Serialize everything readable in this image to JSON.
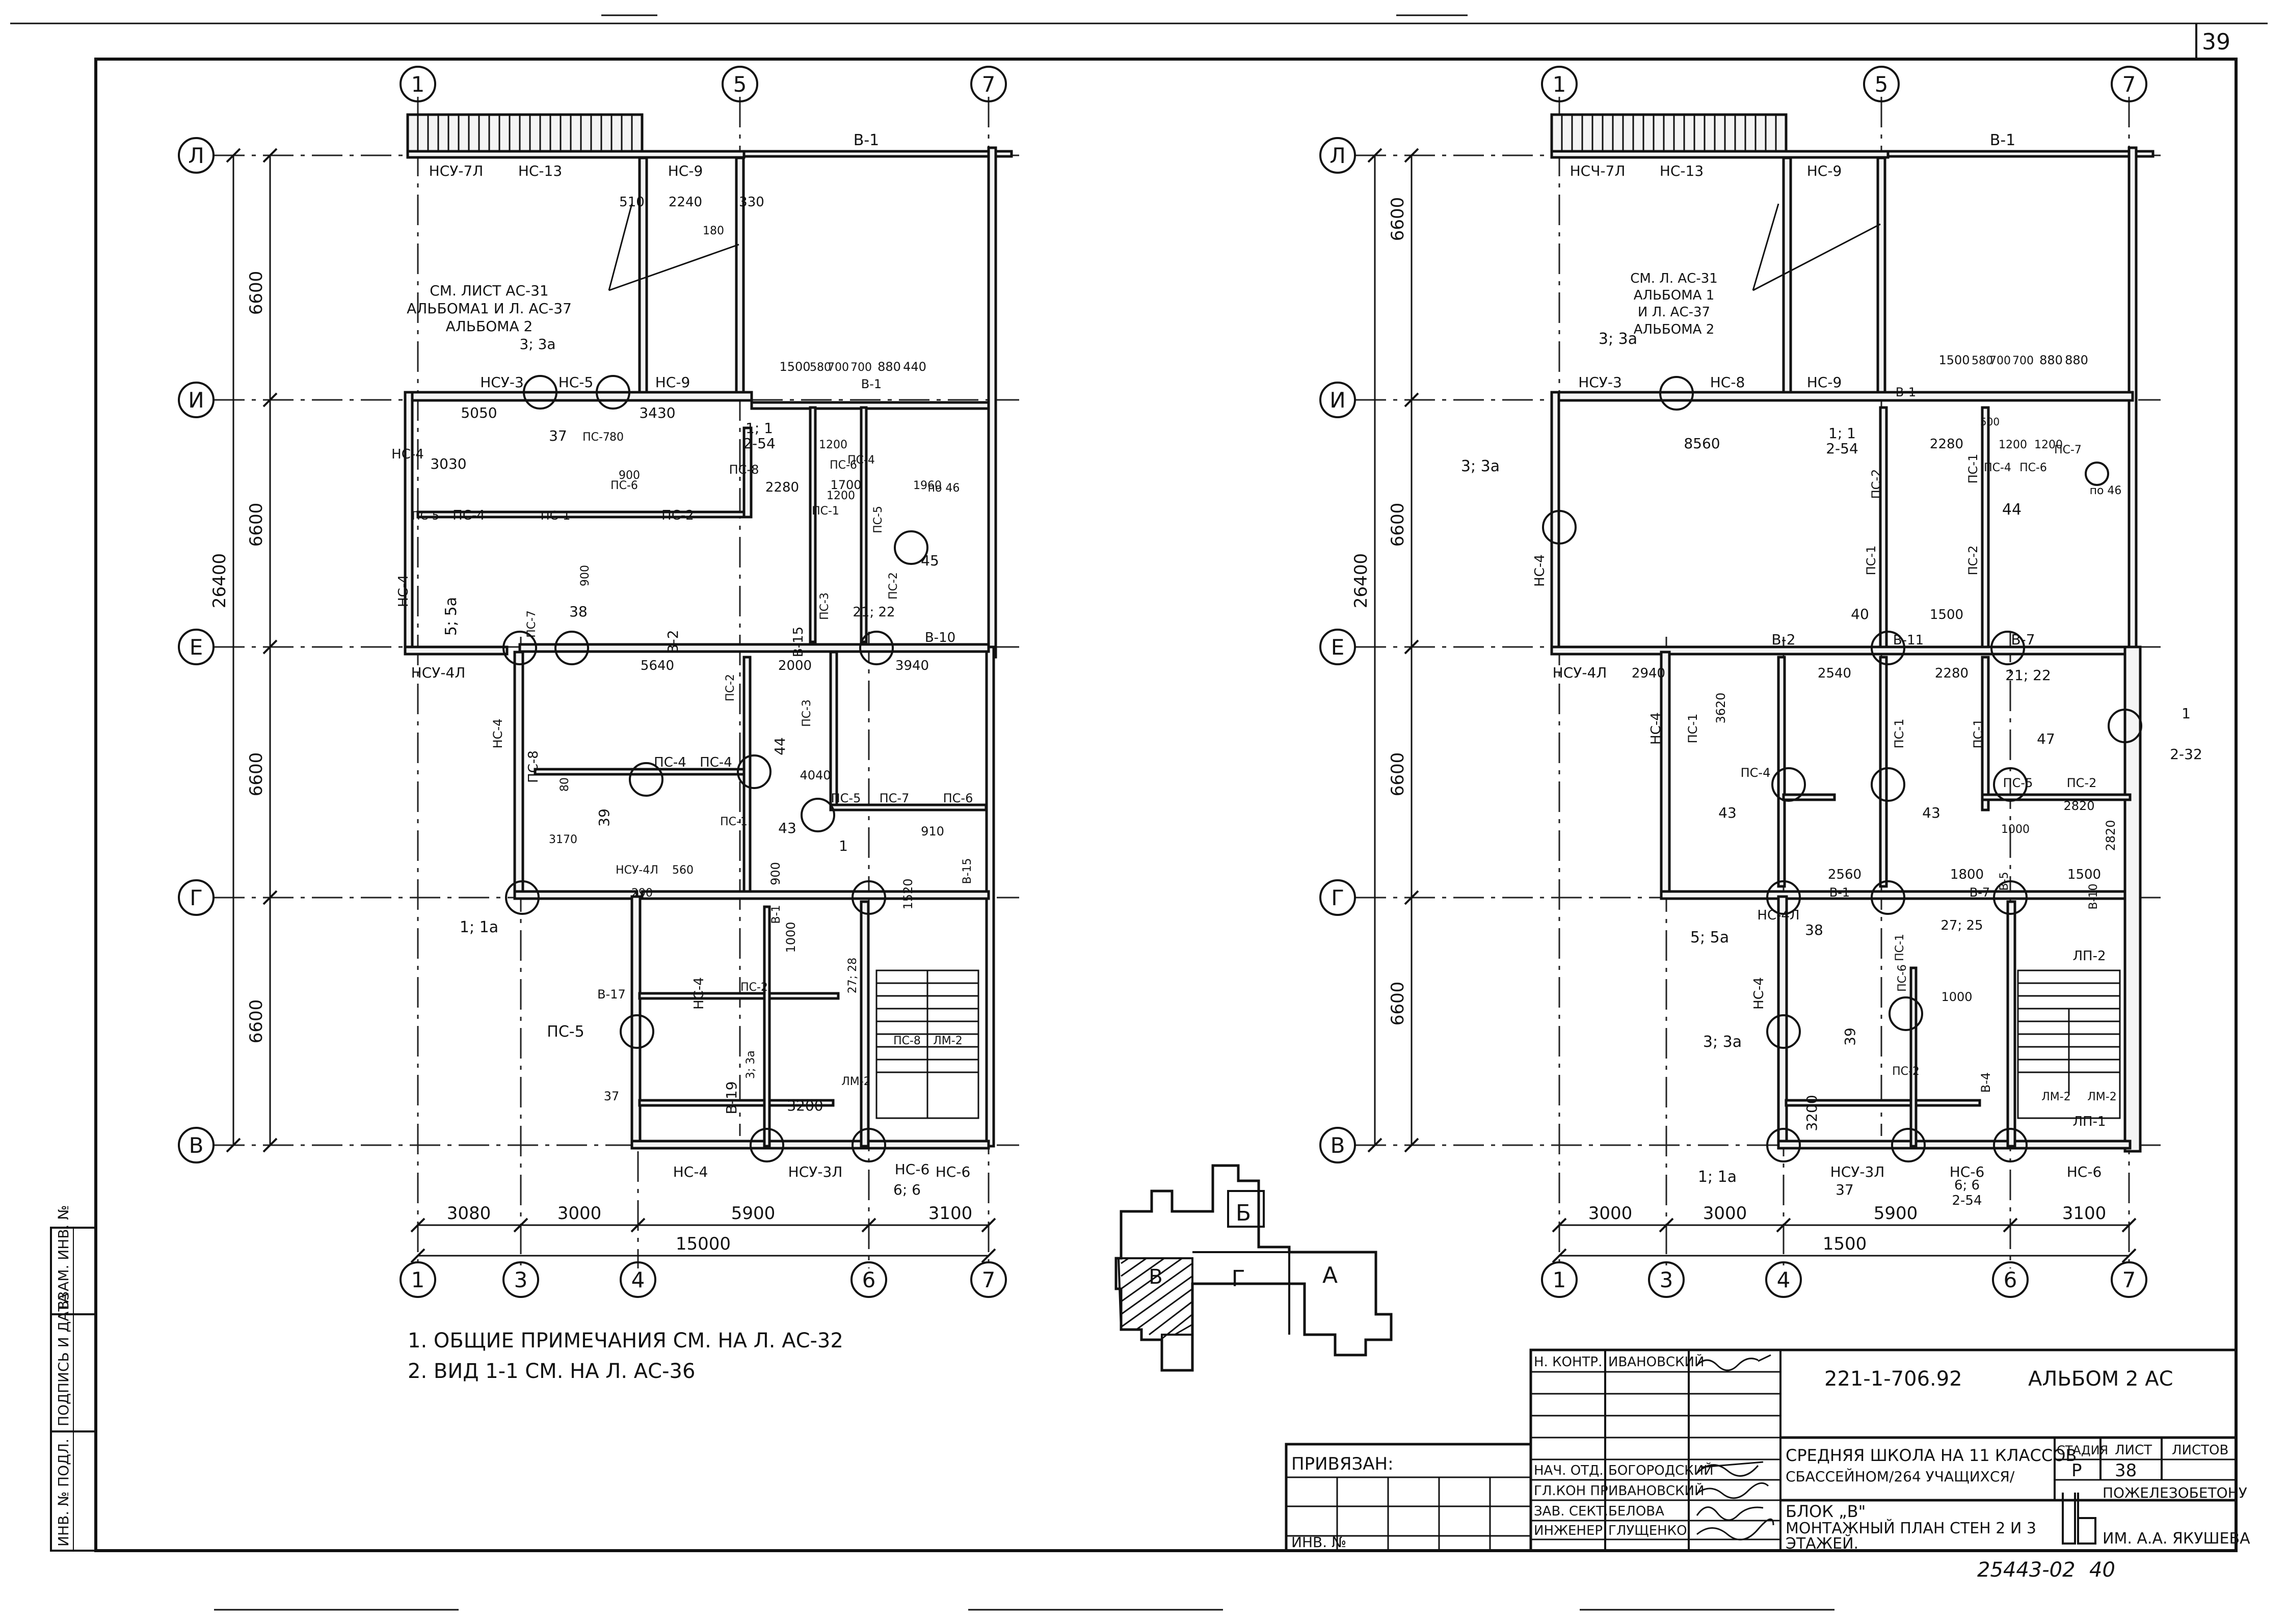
{
  "sheet_number": "39",
  "left_plan": {
    "grid_columns": [
      "1",
      "5",
      "7",
      "1",
      "3",
      "4",
      "6",
      "7"
    ],
    "grid_rows": [
      "Л",
      "И",
      "Е",
      "Г",
      "В"
    ],
    "height_dims": [
      "6600",
      "6600",
      "6600",
      "6600"
    ],
    "total_height": "26400",
    "bottom_dims": [
      "3080",
      "3000",
      "5900",
      "3100"
    ],
    "bottom_total": "15000",
    "labels": [
      {
        "text": "НСУ-7Л"
      },
      {
        "text": "НС-13"
      },
      {
        "text": "НС-9"
      },
      {
        "text": "В-1"
      },
      {
        "text": "510"
      },
      {
        "text": "2240"
      },
      {
        "text": "330"
      },
      {
        "text": "180"
      },
      {
        "text": "СМ. ЛИСТ АС-31"
      },
      {
        "text": "АЛЬБОМА1 И Л. АС-37"
      },
      {
        "text": "АЛЬБОМА 2"
      },
      {
        "text": "3; 3а"
      },
      {
        "text": "1500"
      },
      {
        "text": "580"
      },
      {
        "text": "700"
      },
      {
        "text": "700"
      },
      {
        "text": "880"
      },
      {
        "text": "440"
      },
      {
        "text": "НСУ-3"
      },
      {
        "text": "НС-5"
      },
      {
        "text": "НС-9"
      },
      {
        "text": "5050"
      },
      {
        "text": "3430"
      },
      {
        "text": "37"
      },
      {
        "text": "ПС-7"
      },
      {
        "text": "80"
      },
      {
        "text": "1; 1"
      },
      {
        "text": "2-54"
      },
      {
        "text": "В-1"
      },
      {
        "text": "2280"
      },
      {
        "text": "1200"
      },
      {
        "text": "1200"
      },
      {
        "text": "1700"
      },
      {
        "text": "1960"
      },
      {
        "text": "ПС-4"
      },
      {
        "text": "ПС-6"
      },
      {
        "text": "по 46"
      },
      {
        "text": "3030"
      },
      {
        "text": "НС-4"
      },
      {
        "text": "ПС-5"
      },
      {
        "text": "ПС-4"
      },
      {
        "text": "ПС-1"
      },
      {
        "text": "ПС-2"
      },
      {
        "text": "ПС-8"
      },
      {
        "text": "ПС-6"
      },
      {
        "text": "900"
      },
      {
        "text": "ПС-1"
      },
      {
        "text": "ПС-3"
      },
      {
        "text": "ПС-5"
      },
      {
        "text": "45"
      },
      {
        "text": "ПС-2"
      },
      {
        "text": "НС-4"
      },
      {
        "text": "900"
      },
      {
        "text": "5; 5а"
      },
      {
        "text": "ПС-7"
      },
      {
        "text": "38"
      },
      {
        "text": "В-2"
      },
      {
        "text": "В-15"
      },
      {
        "text": "21; 22"
      },
      {
        "text": "В-10"
      },
      {
        "text": "НСУ-4Л"
      },
      {
        "text": "5640"
      },
      {
        "text": "2000"
      },
      {
        "text": "3940"
      },
      {
        "text": "НС-4"
      },
      {
        "text": "ПС-8"
      },
      {
        "text": "ПС-4"
      },
      {
        "text": "ПС-4"
      },
      {
        "text": "80"
      },
      {
        "text": "44"
      },
      {
        "text": "ПС-2"
      },
      {
        "text": "ПС-3"
      },
      {
        "text": "4040"
      },
      {
        "text": "39"
      },
      {
        "text": "3170"
      },
      {
        "text": "ПС-1"
      },
      {
        "text": "43"
      },
      {
        "text": "ПС-5"
      },
      {
        "text": "ПС-7"
      },
      {
        "text": "ПС-6"
      },
      {
        "text": "910"
      },
      {
        "text": "1"
      },
      {
        "text": "1; 1а"
      },
      {
        "text": "НСУ-4Л"
      },
      {
        "text": "560"
      },
      {
        "text": "900"
      },
      {
        "text": "1520"
      },
      {
        "text": "В-15"
      },
      {
        "text": "290"
      },
      {
        "text": "В-1"
      },
      {
        "text": "1000"
      },
      {
        "text": "27; 28"
      },
      {
        "text": "В-17"
      },
      {
        "text": "НС-4"
      },
      {
        "text": "ПС-2"
      },
      {
        "text": "ПС-5"
      },
      {
        "text": "3; 3а"
      },
      {
        "text": "ПС-8"
      },
      {
        "text": "ЛМ-2"
      },
      {
        "text": "ЛМ-2"
      },
      {
        "text": "В-19"
      },
      {
        "text": "3200"
      },
      {
        "text": "37"
      },
      {
        "text": "НС-4"
      },
      {
        "text": "НСУ-3Л"
      },
      {
        "text": "НС-6"
      },
      {
        "text": "НС-6"
      },
      {
        "text": "6; 6"
      },
      {
        "text": "2-54"
      }
    ]
  },
  "right_plan": {
    "grid_columns": [
      "1",
      "5",
      "7",
      "1",
      "3",
      "4",
      "6",
      "7"
    ],
    "grid_rows": [
      "Л",
      "И",
      "Е",
      "Г",
      "В"
    ],
    "height_dims": [
      "6600",
      "6600",
      "6600",
      "6600"
    ],
    "total_height": "26400",
    "bottom_dims": [
      "3000",
      "3000",
      "5900",
      "3100"
    ],
    "bottom_total": "1500",
    "labels": [
      {
        "text": "НСЧ-7Л"
      },
      {
        "text": "НС-13"
      },
      {
        "text": "НС-9"
      },
      {
        "text": "В-1"
      },
      {
        "text": "СМ. Л. АС-31"
      },
      {
        "text": "АЛЬБОМА 1"
      },
      {
        "text": "И Л. АС-37"
      },
      {
        "text": "АЛЬБОМА 2"
      },
      {
        "text": "3; 3а"
      },
      {
        "text": "1500"
      },
      {
        "text": "580"
      },
      {
        "text": "700"
      },
      {
        "text": "700"
      },
      {
        "text": "880"
      },
      {
        "text": "880"
      },
      {
        "text": "НСУ-3"
      },
      {
        "text": "НС-8"
      },
      {
        "text": "НС-9"
      },
      {
        "text": "В-1"
      },
      {
        "text": "8560"
      },
      {
        "text": "1; 1"
      },
      {
        "text": "2-54"
      },
      {
        "text": "2280"
      },
      {
        "text": "1200"
      },
      {
        "text": "1200"
      },
      {
        "text": "500"
      },
      {
        "text": "ПС-4"
      },
      {
        "text": "ПС-6"
      },
      {
        "text": "ПС-7"
      },
      {
        "text": "по 46"
      },
      {
        "text": "3; 3а"
      },
      {
        "text": "НС-4"
      },
      {
        "text": "ПС-2"
      },
      {
        "text": "ПС-1"
      },
      {
        "text": "ПС-2"
      },
      {
        "text": "ПС-1"
      },
      {
        "text": "44"
      },
      {
        "text": "40"
      },
      {
        "text": "1500"
      },
      {
        "text": "В-2"
      },
      {
        "text": "В-11"
      },
      {
        "text": "В-7"
      },
      {
        "text": "21; 22"
      },
      {
        "text": "НСУ-4Л"
      },
      {
        "text": "2940"
      },
      {
        "text": "2540"
      },
      {
        "text": "2280"
      },
      {
        "text": "НС-4"
      },
      {
        "text": "ПС-1"
      },
      {
        "text": "3620"
      },
      {
        "text": "ПС-4"
      },
      {
        "text": "43"
      },
      {
        "text": "43"
      },
      {
        "text": "ПС-1"
      },
      {
        "text": "ПС-1"
      },
      {
        "text": "47"
      },
      {
        "text": "ПС-5"
      },
      {
        "text": "ПС-2"
      },
      {
        "text": "2820"
      },
      {
        "text": "2820"
      },
      {
        "text": "1000"
      },
      {
        "text": "1"
      },
      {
        "text": "2-32"
      },
      {
        "text": "2560"
      },
      {
        "text": "1800"
      },
      {
        "text": "1500"
      },
      {
        "text": "В-1"
      },
      {
        "text": "В-7"
      },
      {
        "text": "В-5"
      },
      {
        "text": "В-10"
      },
      {
        "text": "НС-4Л"
      },
      {
        "text": "5; 5а"
      },
      {
        "text": "38"
      },
      {
        "text": "27; 25"
      },
      {
        "text": "ПС-1"
      },
      {
        "text": "ПС-6"
      },
      {
        "text": "1000"
      },
      {
        "text": "ЛП-2"
      },
      {
        "text": "НС-4"
      },
      {
        "text": "3; 3а"
      },
      {
        "text": "39"
      },
      {
        "text": "ПС-2"
      },
      {
        "text": "В-4"
      },
      {
        "text": "ЛМ-2"
      },
      {
        "text": "ЛМ-2"
      },
      {
        "text": "ЛП-1"
      },
      {
        "text": "3200"
      },
      {
        "text": "1; 1а"
      },
      {
        "text": "НСУ-3Л"
      },
      {
        "text": "37"
      },
      {
        "text": "НС-6"
      },
      {
        "text": "6; 6"
      },
      {
        "text": "2-54"
      },
      {
        "text": "НС-6"
      }
    ]
  },
  "key_plan": {
    "labels": [
      "Б",
      "В",
      "Г",
      "А"
    ]
  },
  "notes": [
    "1. ОБЩИЕ ПРИМЕЧАНИЯ СМ. НА Л. АС-32",
    "2. ВИД 1-1 СМ. НА Л. АС-36"
  ],
  "side_stamp": [
    "ИНВ. № ПОДЛ.",
    "ПОДПИСЬ И ДАТА",
    "ВЗАМ. ИНВ. №"
  ],
  "title_block": {
    "privyazan": "ПРИВЯЗАН:",
    "inv_no": "ИНВ. №",
    "roles": [
      {
        "role": "Н. КОНТР.",
        "name": "ИВАНОВСКИЙ"
      },
      {
        "role": "НАЧ. ОТД.",
        "name": "БОГОРОДСКИЙ"
      },
      {
        "role": "ГЛ.КОН ПР.",
        "name": "ИВАНОВСКИЙ"
      },
      {
        "role": "ЗАВ. СЕКТ.",
        "name": "БЕЛОВА"
      },
      {
        "role": "ИНЖЕНЕР",
        "name": "ГЛУЩЕНКО"
      }
    ],
    "doc_code": "221-1-706.92",
    "album": "АЛЬБОМ 2 АС",
    "project_line1": "СРЕДНЯЯ ШКОЛА НА 11 КЛАССОВ",
    "project_line2": "СБАССЕЙНОМ/264 УЧАЩИХСЯ/",
    "sheet_title_line1": "БЛОК „В\"",
    "sheet_title_line2": "МОНТАЖНЫЙ ПЛАН СТЕН 2 И 3",
    "sheet_title_line3": "ЭТАЖЕЙ.",
    "stage_header": "СТАДИЯ",
    "sheet_header": "ЛИСТ",
    "sheets_header": "ЛИСТОВ",
    "stage": "Р",
    "sheet": "38",
    "org_line1": "ПОЖЕЛЕЗОБЕТОНУ",
    "org_line2": "ИМ. А.А. ЯКУШЕВА",
    "archive_no": "25443-02",
    "page_no": "40"
  }
}
